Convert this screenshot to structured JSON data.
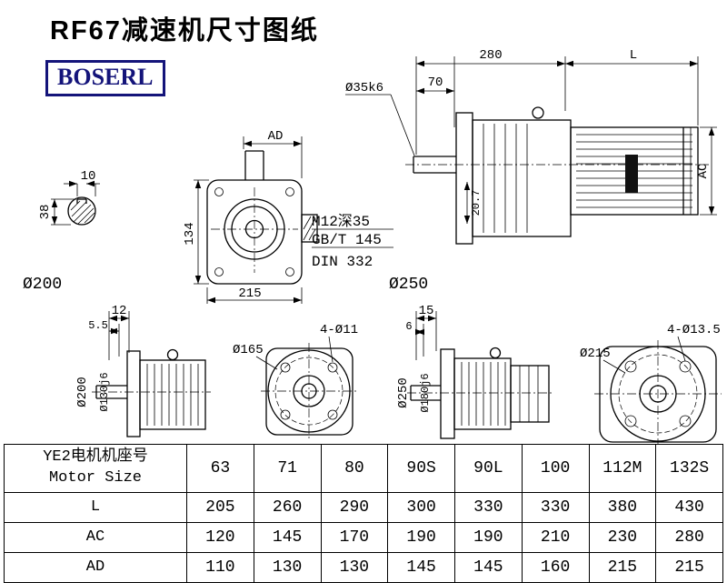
{
  "title": "RF67减速机尺寸图纸",
  "logo": "BOSERL",
  "labels": {
    "dim280": "280",
    "dimL": "L",
    "dim70": "70",
    "shaft_dia": "Ø35k6",
    "dimAC": "AC",
    "dim207": "20.7",
    "thread1": "M12深35",
    "thread2": "GB/T 145",
    "thread3": "DIN 332",
    "d200_label": "Ø200",
    "d250_label": "Ø250",
    "key_width": "10",
    "key_height": "38",
    "dimAD": "AD",
    "dim134": "134",
    "dim215": "215",
    "v1_12": "12",
    "v1_55": "5.5",
    "v1_d200": "Ø200",
    "v1_d130": "Ø130j6",
    "v2_holes": "4-Ø11",
    "v2_d165": "Ø165",
    "v3_15": "15",
    "v3_6": "6",
    "v3_d250": "Ø250",
    "v3_d180": "Ø180j6",
    "v4_holes": "4-Ø13.5",
    "v4_d215": "Ø215"
  },
  "table": {
    "header_cn": "YE2电机机座号",
    "header_en": "Motor Size",
    "sizes": [
      "63",
      "71",
      "80",
      "90S",
      "90L",
      "100",
      "112M",
      "132S"
    ],
    "rows": [
      {
        "label": "L",
        "values": [
          "205",
          "260",
          "290",
          "300",
          "330",
          "330",
          "380",
          "430"
        ]
      },
      {
        "label": "AC",
        "values": [
          "120",
          "145",
          "170",
          "190",
          "190",
          "210",
          "230",
          "280"
        ]
      },
      {
        "label": "AD",
        "values": [
          "110",
          "130",
          "130",
          "145",
          "145",
          "160",
          "215",
          "215"
        ]
      }
    ]
  }
}
